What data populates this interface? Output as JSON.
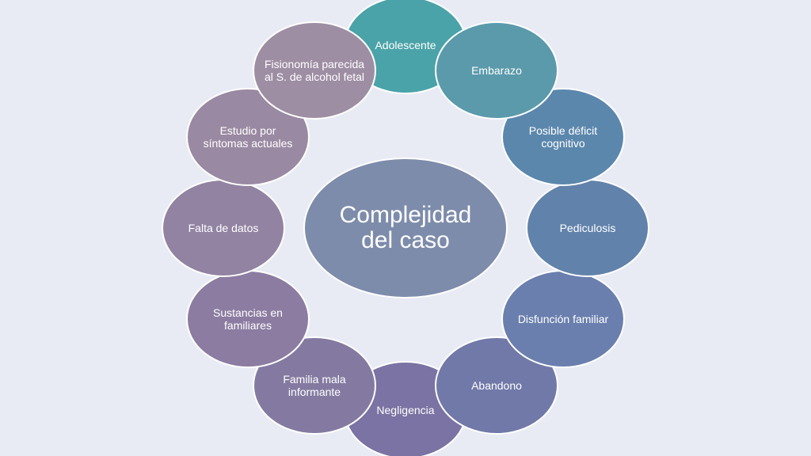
{
  "diagram": {
    "center": {
      "label": "Complejidad del caso",
      "color": "#7e8cab"
    },
    "nodes": [
      {
        "label": "Adolescente",
        "color": "#4aa3a8"
      },
      {
        "label": "Embarazo",
        "color": "#5a9aab"
      },
      {
        "label": "Posible déficit cognitivo",
        "color": "#5c87ad"
      },
      {
        "label": "Pediculosis",
        "color": "#6182ab"
      },
      {
        "label": "Disfunción familiar",
        "color": "#6a7fae"
      },
      {
        "label": "Abandono",
        "color": "#7179a8"
      },
      {
        "label": "Negligencia",
        "color": "#7a73a3"
      },
      {
        "label": "Familia mala informante",
        "color": "#847aa1"
      },
      {
        "label": "Sustancias en familiares",
        "color": "#8c7ca1"
      },
      {
        "label": "Falta de datos",
        "color": "#9283a2"
      },
      {
        "label": "Estudio por síntomas actuales",
        "color": "#9a89a2"
      },
      {
        "label": "Fisionomía parecida al S. de alcohol fetal",
        "color": "#9e8ea4"
      }
    ]
  }
}
